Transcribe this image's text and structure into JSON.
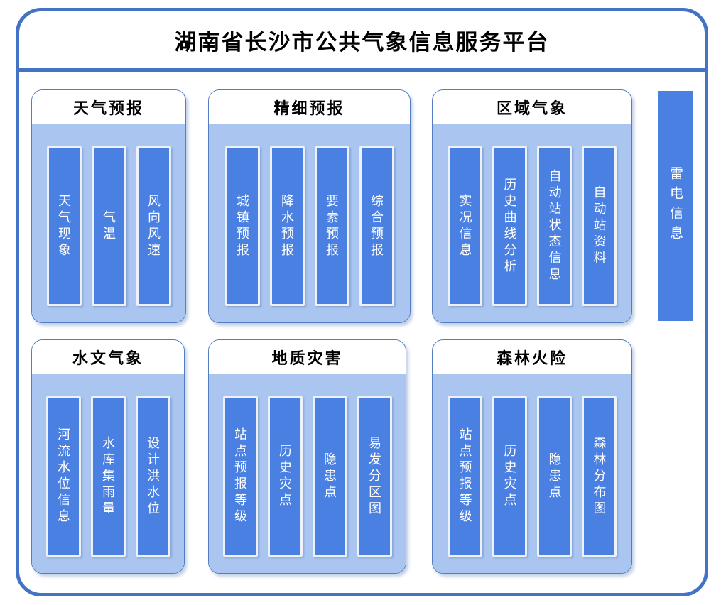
{
  "title": "湖南省长沙市公共气象信息服务平台",
  "panels": [
    {
      "label": "天气预报",
      "items": [
        "天气现象",
        "气温",
        "风向风速"
      ]
    },
    {
      "label": "精细预报",
      "items": [
        "城镇预报",
        "降水预报",
        "要素预报",
        "综合预报"
      ]
    },
    {
      "label": "区域气象",
      "items": [
        "实况信息",
        "历史曲线分析",
        "自动站状态信息",
        "自动站资料"
      ]
    },
    {
      "label": "水文气象",
      "items": [
        "河流水位信息",
        "水库集雨量",
        "设计洪水位"
      ]
    },
    {
      "label": "地质灾害",
      "items": [
        "站点预报等级",
        "历史灾点",
        "隐患点",
        "易发分区图"
      ]
    },
    {
      "label": "森林火险",
      "items": [
        "站点预报等级",
        "历史灾点",
        "隐患点",
        "森林分布图"
      ]
    }
  ],
  "side_item": {
    "label": "雷电信息"
  },
  "colors": {
    "frame_border": "#4472C4",
    "panel_border": "#527DC0",
    "panel_body": "#A9C5F0",
    "bar_fill": "#4A80E1",
    "bar_border": "#EDF2FA",
    "bar_text": "#FFFFFF",
    "title_text": "#000000"
  }
}
